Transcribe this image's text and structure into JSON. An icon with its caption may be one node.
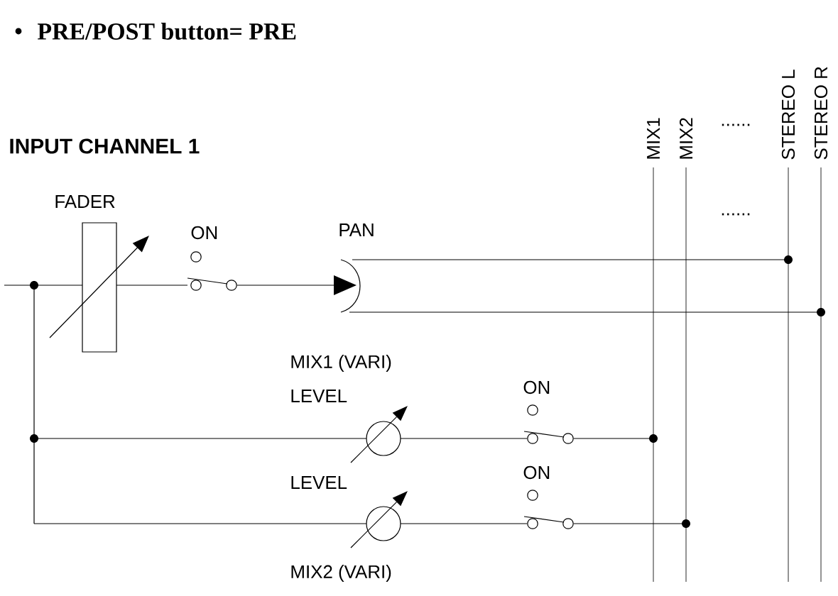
{
  "diagram": {
    "title": "PRE/POST button= PRE",
    "labels": [
      "MIX1",
      "MIX2",
      "......",
      "STEREO L",
      "STEREO R",
      "INPUT CHANNEL 1",
      "FADER",
      "ON",
      "PAN",
      "......",
      "MIX1 (VARI)",
      "LEVEL",
      "ON",
      "LEVEL",
      "ON",
      "MIX2 (VARI)"
    ]
  }
}
